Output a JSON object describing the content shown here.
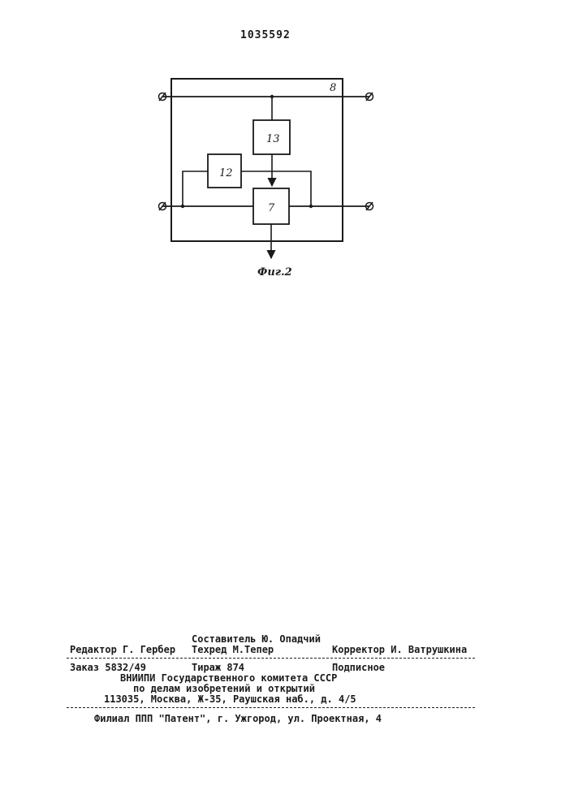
{
  "header": {
    "patent_number": "1035592"
  },
  "figure": {
    "caption": "Фиг.2",
    "outer_block_label": "8",
    "blocks": [
      "13",
      "12",
      "7"
    ]
  },
  "imprint": {
    "composer": "Составитель Ю. Опадчий",
    "editor": "Редактор Г. Гербер",
    "techred": "Техред М.Тепер",
    "corrector": "Корректор И. Ватрушкина",
    "order": "Заказ 5832/49",
    "circulation": "Тираж 874",
    "subscription": "Подписное",
    "org_line1": "ВНИИПИ Государственного комитета СССР",
    "org_line2": "по делам изобретений и открытий",
    "org_address": "113035, Москва, Ж-35, Раушская наб., д. 4/5",
    "branch": "Филиал ППП \"Патент\", г. Ужгород, ул. Проектная, 4"
  }
}
